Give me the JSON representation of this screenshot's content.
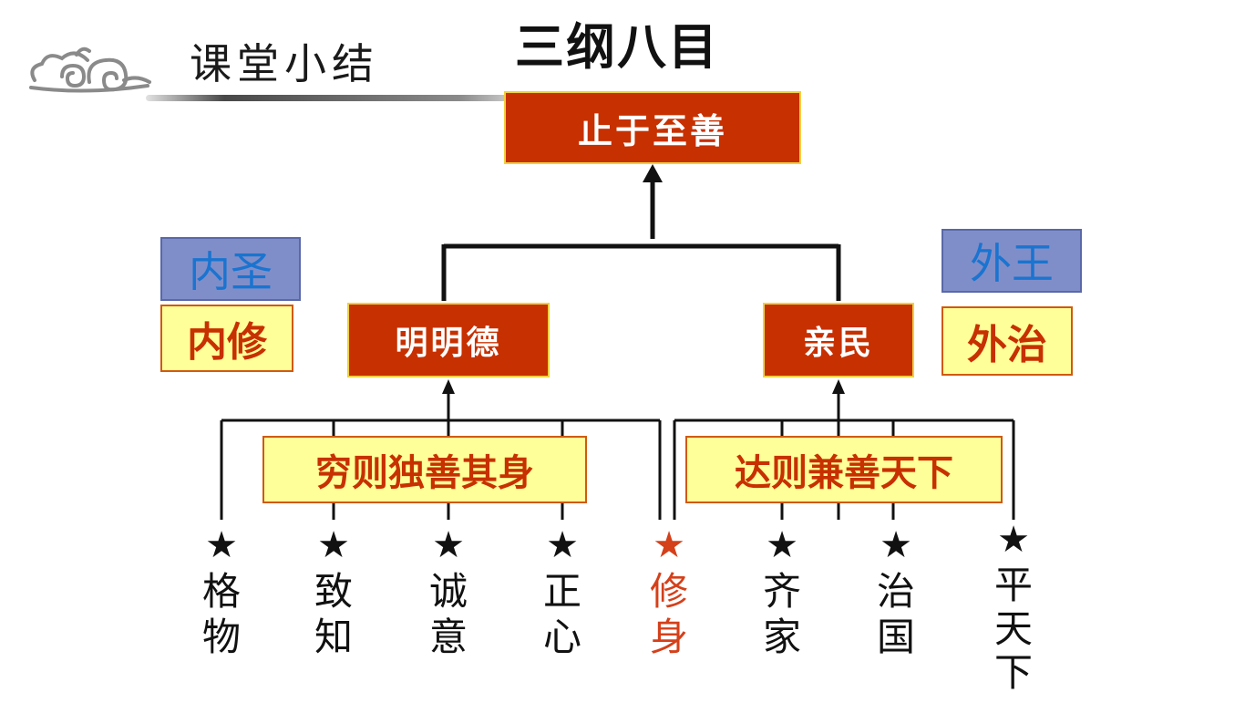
{
  "header": {
    "lesson_title": "课堂小结",
    "main_title": "三纲八目"
  },
  "top_node": "止于至善",
  "left_branch": {
    "node": "明明德",
    "label_top": "内圣",
    "label_bottom": "内修",
    "motto": "穷则独善其身"
  },
  "right_branch": {
    "node": "亲民",
    "label_top": "外王",
    "label_bottom": "外治",
    "motto": "达则兼善天下"
  },
  "steps": [
    {
      "star": "★",
      "chars": [
        "格",
        "物"
      ]
    },
    {
      "star": "★",
      "chars": [
        "致",
        "知"
      ]
    },
    {
      "star": "★",
      "chars": [
        "诚",
        "意"
      ]
    },
    {
      "star": "★",
      "chars": [
        "正",
        "心"
      ]
    },
    {
      "star": "★",
      "chars": [
        "修",
        "身"
      ]
    },
    {
      "star": "★",
      "chars": [
        "齐",
        "家"
      ]
    },
    {
      "star": "★",
      "chars": [
        "治",
        "国"
      ]
    },
    {
      "star": "★",
      "chars": [
        "平",
        "天",
        "下"
      ]
    }
  ],
  "colors": {
    "node_red": "#c73000",
    "node_border": "#f0d040",
    "label_yellow": "#ffff99",
    "label_blue": "#7f8ec9",
    "highlight": "#d4401a"
  },
  "icons": {
    "decoration": "auspicious-cloud-icon"
  }
}
